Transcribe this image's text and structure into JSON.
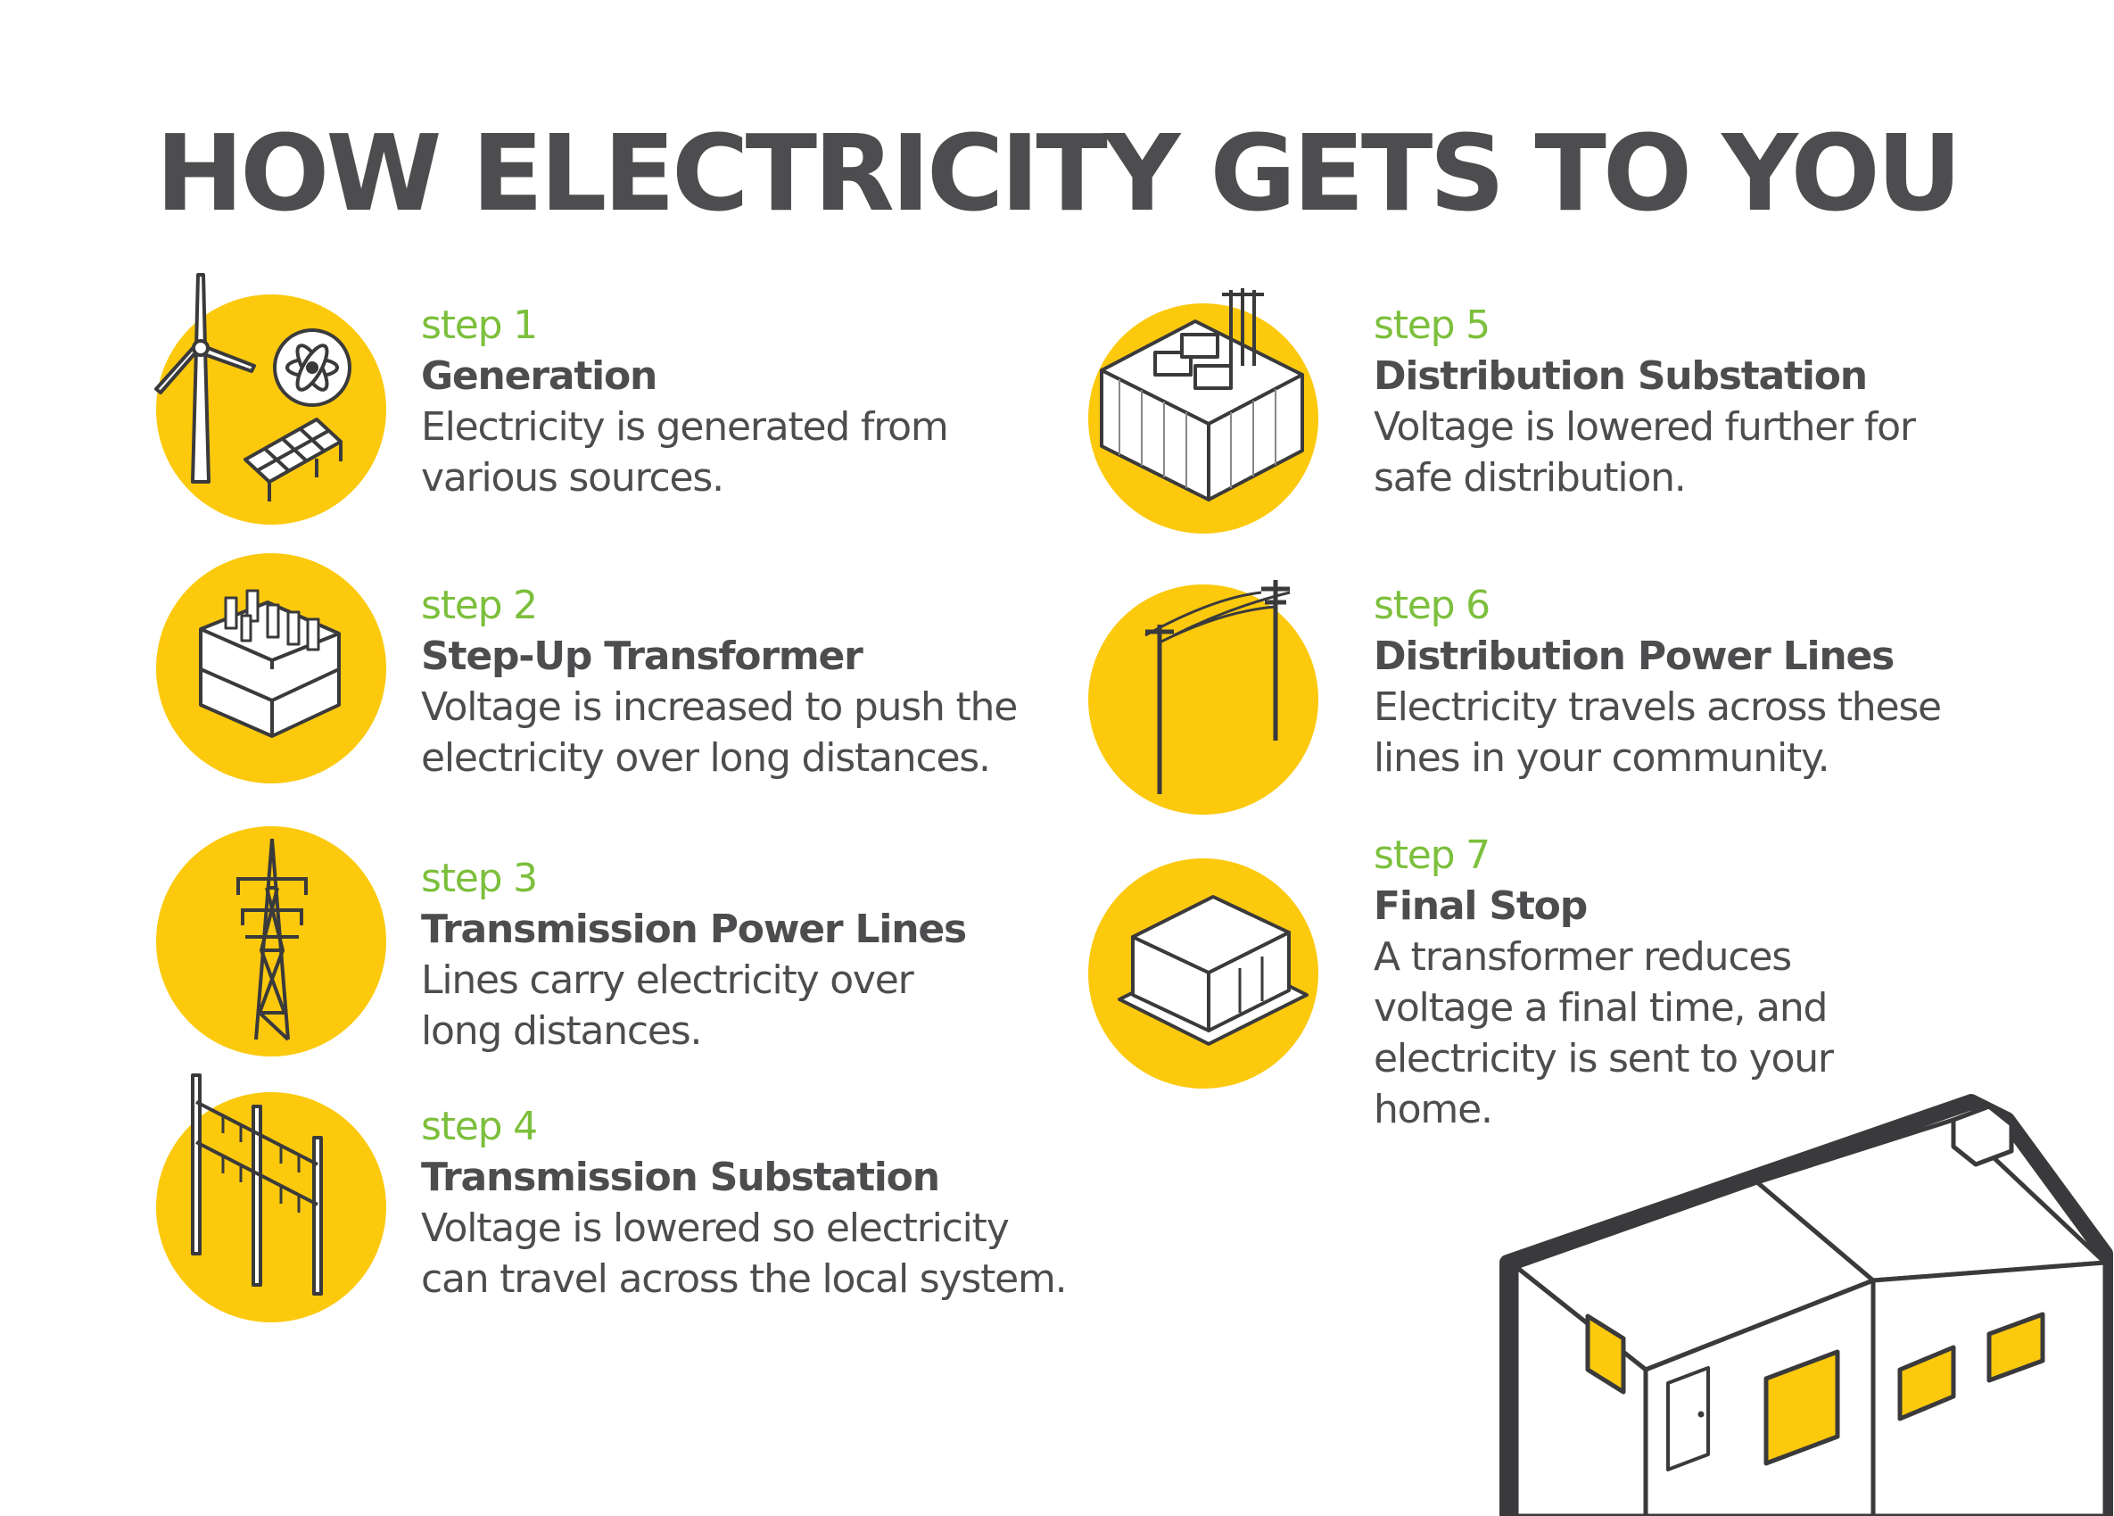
{
  "title": "HOW ELECTRICITY GETS TO YOU",
  "colors": {
    "accent_yellow": "#fcc90d",
    "step_green": "#7cbf3c",
    "text_gray": "#4d4d4f"
  },
  "steps": [
    {
      "num": "step 1",
      "title": "Generation",
      "desc": "Electricity is generated from\nvarious sources.",
      "icon": "wind-turbine-nuclear-solar-icon"
    },
    {
      "num": "step 2",
      "title": "Step-Up Transformer",
      "desc": "Voltage is increased to push the\nelectricity over long distances.",
      "icon": "transformer-icon"
    },
    {
      "num": "step 3",
      "title": "Transmission Power Lines",
      "desc": "Lines carry electricity over\nlong distances.",
      "icon": "transmission-tower-icon"
    },
    {
      "num": "step 4",
      "title": "Transmission Substation",
      "desc": "Voltage is lowered so electricity\ncan travel across the local system.",
      "icon": "substation-gantry-icon"
    },
    {
      "num": "step 5",
      "title": "Distribution Substation",
      "desc": "Voltage is lowered further for\nsafe distribution.",
      "icon": "distribution-substation-icon"
    },
    {
      "num": "step 6",
      "title": "Distribution Power Lines",
      "desc": "Electricity travels across these\nlines in your community.",
      "icon": "utility-poles-icon"
    },
    {
      "num": "step 7",
      "title": "Final Stop",
      "desc": "A transformer reduces\nvoltage a final time, and\nelectricity is sent to your\nhome.",
      "icon": "pad-transformer-icon"
    }
  ],
  "house_icon": "house-icon"
}
